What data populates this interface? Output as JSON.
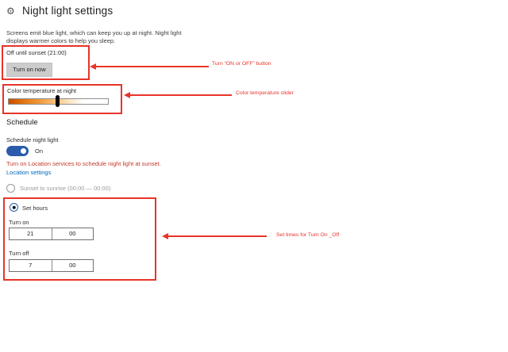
{
  "page": {
    "title": "Night light settings",
    "description_line1": "Screens emit blue light, which can keep you up at night. Night light",
    "description_line2": "displays warmer colors to help you sleep."
  },
  "icons": {
    "settings_gear": "⚙"
  },
  "status": {
    "label": "Off until sunset (21:00)",
    "button_label": "Turn on now"
  },
  "temperature": {
    "label": "Color temperature at night",
    "slider_position_percent": 48
  },
  "schedule": {
    "heading": "Schedule",
    "toggle_label": "Schedule night light",
    "toggle_state": "On",
    "warning": "Turn on Location services to schedule night light at sunset.",
    "location_link": "Location settings",
    "sunset_radio_label": "Sunset to sunrise (00:00 — 00:00)",
    "set_hours_radio_label": "Set hours",
    "turn_on": {
      "label": "Turn on",
      "hour": "21",
      "minute": "00"
    },
    "turn_off": {
      "label": "Turn off",
      "hour": "7",
      "minute": "00"
    }
  },
  "annotations": {
    "on_off_button": "Turn “ON or OFF” button",
    "temp_slider": "Color temperature slider",
    "set_times": "Set times for Turn On _Off"
  },
  "colors": {
    "annotation_red": "#e8342a",
    "warning_red": "#c23a28",
    "link_blue": "#0067b8",
    "accent_blue": "#2b5cab"
  }
}
